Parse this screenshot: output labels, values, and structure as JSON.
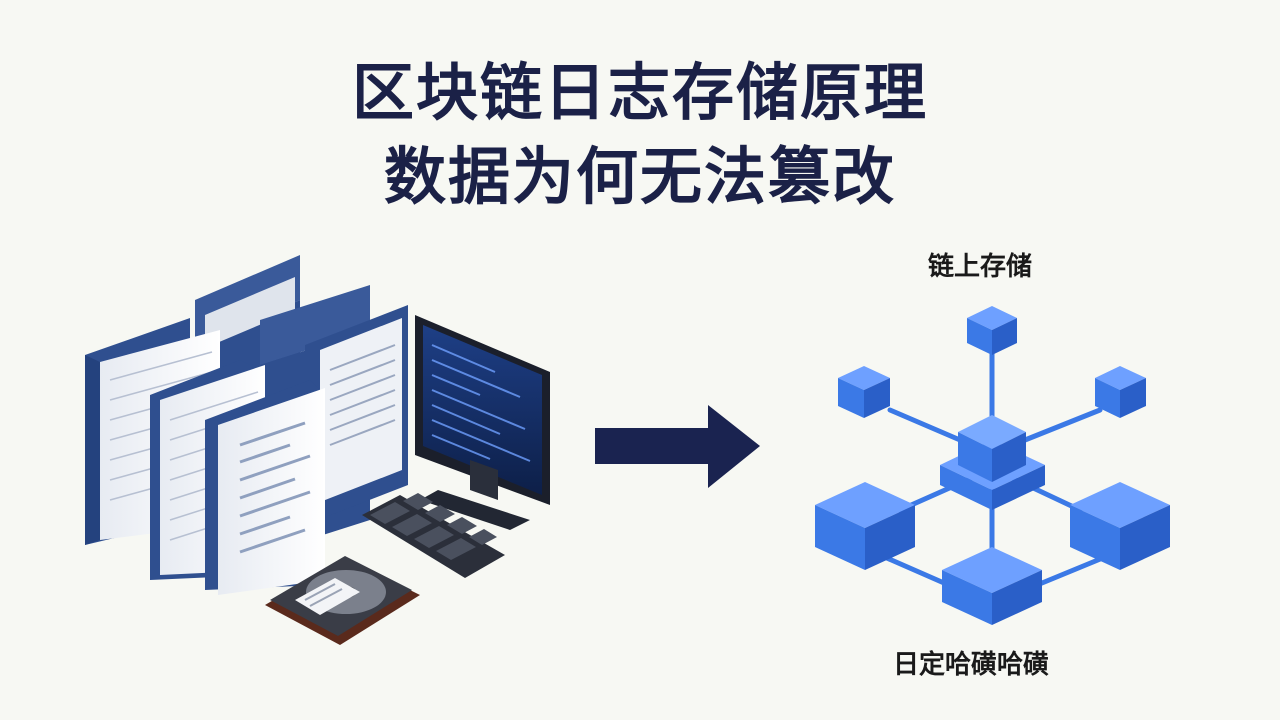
{
  "title": {
    "line1": "区块链日志存储原理",
    "line2": "数据为何无法篡改"
  },
  "diagram": {
    "source_illustration": "servers-binders-computer-harddrive",
    "arrow_icon": "right-arrow-icon",
    "chain_label": "链上存储",
    "hash_label": "日定哈磺哈磺",
    "network_icon": "blockchain-network-icon",
    "colors": {
      "title": "#1b2147",
      "arrow": "#1a2350",
      "cube": "#3b79e6",
      "binder": "#2f4f8f"
    }
  }
}
